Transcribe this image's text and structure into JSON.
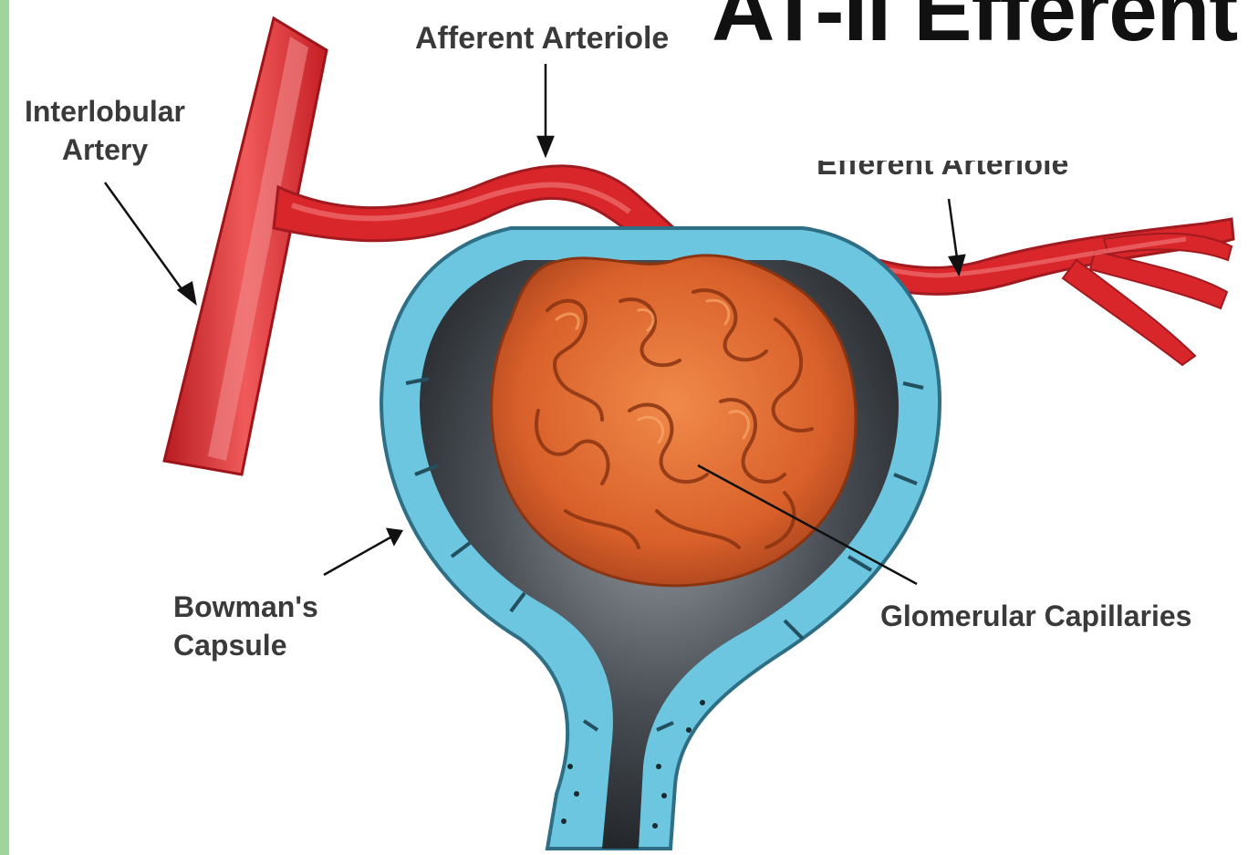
{
  "slide": {
    "title": "AT-II Efferent"
  },
  "labels": {
    "afferent_arteriole": "Afferent Arteriole",
    "interlobular_artery_line1": "Interlobular",
    "interlobular_artery_line2": "Artery",
    "efferent_arteriole": "Efferent Arteriole",
    "bowmans_capsule_line1": "Bowman's",
    "bowmans_capsule_line2": "Capsule",
    "glomerular_capillaries": "Glomerular Capillaries"
  },
  "colors": {
    "artery_red": "#d8262b",
    "artery_highlight": "#f06a6a",
    "capsule_blue": "#6cc6e0",
    "capsule_dark": "#2a2e33",
    "glomerulus_orange": "#e06a2c",
    "accent_green": "#9fd49a"
  }
}
